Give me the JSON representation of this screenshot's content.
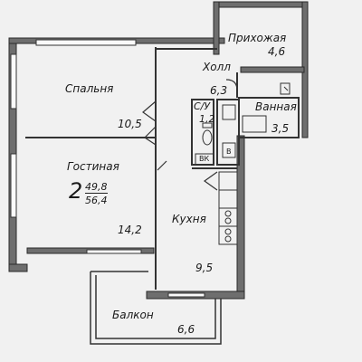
{
  "apartment": {
    "rooms_count": "2",
    "living_area": "49,8",
    "total_area": "56,4"
  },
  "rooms": {
    "bedroom": {
      "name": "Спальня",
      "area": "10,5"
    },
    "living": {
      "name": "Гостиная",
      "area": "14,2"
    },
    "hall": {
      "name": "Холл",
      "area": "6,3"
    },
    "entrance": {
      "name": "Прихожая",
      "area": "4,6"
    },
    "bathroom": {
      "name": "Ванная",
      "area": "3,5"
    },
    "toilet": {
      "name": "С/У",
      "area": "1,2"
    },
    "kitchen": {
      "name": "Кухня",
      "area": "9,5"
    },
    "balcony": {
      "name": "Балкон",
      "area": "6,6"
    }
  },
  "fixtures": {
    "ventilation_label": "ВК",
    "shaft_label": "В"
  },
  "colors": {
    "wall": "#2a2a2a",
    "wall_fill": "#6e6e6e",
    "line": "#333333",
    "paper": "#f1f1f1"
  }
}
